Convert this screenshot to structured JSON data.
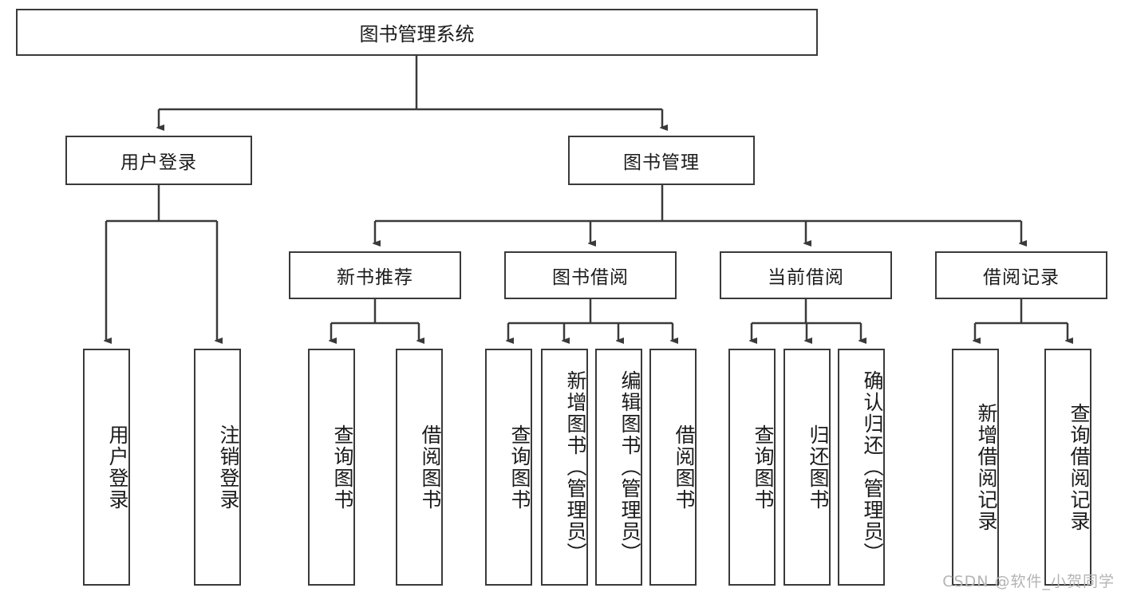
{
  "diagram": {
    "title": "图书管理系统",
    "type": "tree-hierarchy",
    "root": {
      "id": "root",
      "label": "图书管理系统"
    },
    "level2": [
      {
        "id": "user-login",
        "label": "用户登录"
      },
      {
        "id": "book-manage",
        "label": "图书管理"
      }
    ],
    "level3": [
      {
        "id": "new-book-rec",
        "label": "新书推荐",
        "parent": "book-manage"
      },
      {
        "id": "book-borrow",
        "label": "图书借阅",
        "parent": "book-manage"
      },
      {
        "id": "current-borrow",
        "label": "当前借阅",
        "parent": "book-manage"
      },
      {
        "id": "borrow-record",
        "label": "借阅记录",
        "parent": "book-manage"
      }
    ],
    "leaves": [
      {
        "id": "leaf-user-login",
        "label": "用户登录",
        "parent": "user-login"
      },
      {
        "id": "leaf-logout",
        "label": "注销登录",
        "parent": "user-login"
      },
      {
        "id": "leaf-query-book-1",
        "label": "查询图书",
        "parent": "new-book-rec"
      },
      {
        "id": "leaf-borrow-book-1",
        "label": "借阅图书",
        "parent": "new-book-rec"
      },
      {
        "id": "leaf-query-book-2",
        "label": "查询图书",
        "parent": "book-borrow"
      },
      {
        "id": "leaf-add-book",
        "label": "新增图书（管理员）",
        "parent": "book-borrow"
      },
      {
        "id": "leaf-edit-book",
        "label": "编辑图书（管理员）",
        "parent": "book-borrow"
      },
      {
        "id": "leaf-borrow-book-2",
        "label": "借阅图书",
        "parent": "book-borrow"
      },
      {
        "id": "leaf-query-book-3",
        "label": "查询图书",
        "parent": "current-borrow"
      },
      {
        "id": "leaf-return-book",
        "label": "归还图书",
        "parent": "current-borrow"
      },
      {
        "id": "leaf-confirm-return",
        "label": "确认归还（管理员）",
        "parent": "current-borrow"
      },
      {
        "id": "leaf-add-record",
        "label": "新增借阅记录",
        "parent": "borrow-record"
      },
      {
        "id": "leaf-query-record",
        "label": "查询借阅记录",
        "parent": "borrow-record"
      }
    ],
    "watermark": "CSDN @软件_小贺同学",
    "colors": {
      "border": "#3a3a3a",
      "text": "#1b1b1b",
      "background": "#ffffff",
      "connector": "#3a3a3a",
      "watermark": "#b4b4b4"
    }
  }
}
